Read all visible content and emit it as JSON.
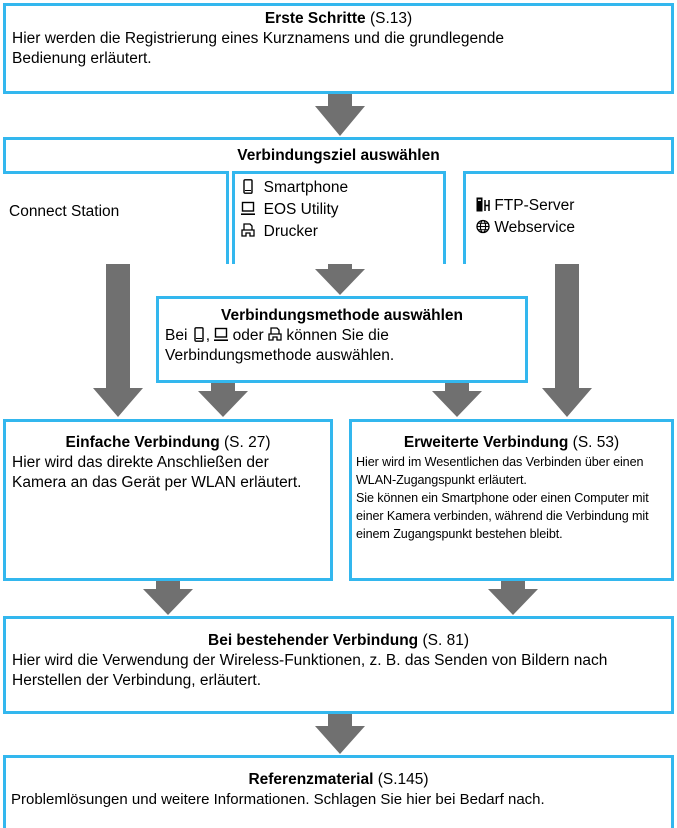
{
  "erste": {
    "title": "Erste Schritte",
    "page": "(S.13)",
    "text": "Hier werden die Registrierung eines Kurznamens und die grundlegende Bedienung erläutert."
  },
  "ziel": {
    "title": "Verbindungsziel auswählen",
    "connect_station": "Connect Station",
    "smartphone": "Smartphone",
    "eos_utility": "EOS Utility",
    "drucker": "Drucker",
    "ftp": "FTP-Server",
    "webservice": "Webservice"
  },
  "methode": {
    "title": "Verbindungsmethode auswählen",
    "text_prefix": "Bei",
    "text_sep1": ",",
    "text_sep2": "oder",
    "text_suffix": "können Sie die",
    "text_line2": "Verbindungsmethode auswählen."
  },
  "einfach": {
    "title": "Einfache Verbindung",
    "page": "(S. 27)",
    "text": "Hier wird das direkte Anschließen der Kamera an das Gerät per WLAN erläutert."
  },
  "erweitert": {
    "title": "Erweiterte Verbindung",
    "page": "(S. 53)",
    "text1": "Hier wird im Wesentlichen das Verbinden über einen WLAN-Zugangspunkt erläutert.",
    "text2": "Sie können ein Smartphone oder einen Computer mit einer Kamera verbinden, während die Verbindung mit einem Zugangspunkt bestehen bleibt."
  },
  "bestehend": {
    "title": "Bei bestehender Verbindung",
    "page": "(S. 81)",
    "text": "Hier wird die Verwendung der Wireless-Funktionen, z. B. das Senden von Bildern nach Herstellen der Verbindung, erläutert."
  },
  "referenz": {
    "title": "Referenzmaterial",
    "page": "(S.145)",
    "text": "Problemlösungen und weitere Informationen. Schlagen Sie hier bei Bedarf nach."
  },
  "colors": {
    "border": "#33b7ee",
    "arrow": "#707070"
  },
  "icons": [
    "smartphone-icon",
    "computer-icon",
    "printer-icon",
    "ftp-server-icon",
    "globe-icon"
  ]
}
